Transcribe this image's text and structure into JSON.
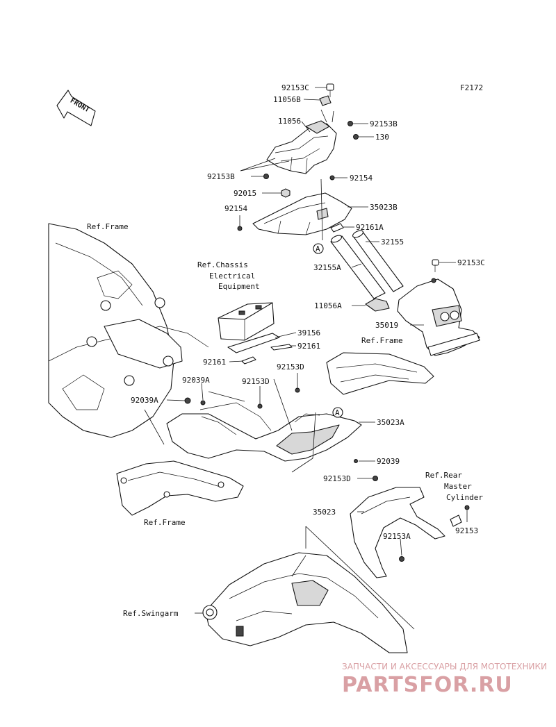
{
  "figure_code": "F2172",
  "front_label": "FRONT",
  "labels": {
    "p92153C_top": "92153C",
    "p11056B": "11056B",
    "p11056": "11056",
    "p92153B_r": "92153B",
    "p130": "130",
    "p92153B_l": "92153B",
    "p92154_r": "92154",
    "p92015": "92015",
    "p35023B": "35023B",
    "p92154_l": "92154",
    "p92161A": "92161A",
    "p32155": "32155",
    "p32155A": "32155A",
    "p92153C_r": "92153C",
    "p11056A": "11056A",
    "p35019": "35019",
    "p39156": "39156",
    "p92161_r": "92161",
    "p92161_l": "92161",
    "p92153D_a": "92153D",
    "p92039A_a": "92039A",
    "p92153D_b": "92153D",
    "p92039A_b": "92039A",
    "p35023A": "35023A",
    "p92039": "92039",
    "p92153D_c": "92153D",
    "p35023": "35023",
    "p92153A": "92153A",
    "p92153": "92153"
  },
  "refs": {
    "frame_top": "Ref.Frame",
    "chassis_1": "Ref.Chassis",
    "chassis_2": "Electrical",
    "chassis_3": "Equipment",
    "frame_right": "Ref.Frame",
    "frame_bottom": "Ref.Frame",
    "rear_1": "Ref.Rear",
    "rear_2": "Master",
    "rear_3": "Cylinder",
    "swingarm": "Ref.Swingarm"
  },
  "callouts": [
    "A",
    "A"
  ],
  "watermark": {
    "top": "ЗАПЧАСТИ И АКСЕССУАРЫ ДЛЯ МОТОТЕХНИКИ",
    "main": "PARTSFOR.RU"
  }
}
